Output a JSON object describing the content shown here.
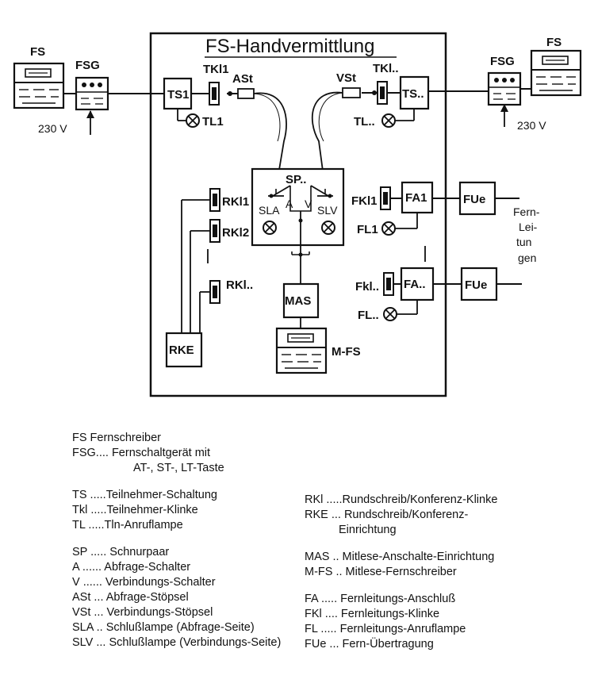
{
  "diagram": {
    "title": "FS-Handvermittlung",
    "left": {
      "fs": "FS",
      "fsg": "FSG",
      "voltage": "230 V",
      "ts": "TS1",
      "tkl": "TKl1",
      "tl": "TL1",
      "ast": "ASt"
    },
    "right": {
      "fs": "FS",
      "fsg": "FSG",
      "voltage": "230 V",
      "ts": "TS..",
      "tkl": "TKl..",
      "tl": "TL..",
      "vst": "VSt"
    },
    "sp": {
      "label": "SP..",
      "a": "A",
      "v": "V",
      "sla": "SLA",
      "slv": "SLV"
    },
    "rk": {
      "rkl1": "RKl1",
      "rkl2": "RKl2",
      "rkln": "RKl..",
      "rke": "RKE"
    },
    "mas": {
      "mas": "MAS",
      "mfs": "M-FS"
    },
    "fa": {
      "fkl1": "FKl1",
      "fa1": "FA1",
      "fl1": "FL1",
      "fue1": "FUe",
      "fkln": "Fkl..",
      "fan": "FA..",
      "fln": "FL..",
      "fue2": "FUe"
    },
    "fern": [
      "Fern-",
      "Lei-",
      "tun",
      "gen"
    ]
  },
  "legend_left": [
    "FS      Fernschreiber",
    "FSG.... Fernschaltgerät mit",
    "AT-, ST-, LT-Taste",
    "",
    "TS .....Teilnehmer-Schaltung",
    "Tkl .....Teilnehmer-Klinke",
    "TL .....Tln-Anruflampe",
    "",
    "SP ..... Schnurpaar",
    "A ...... Abfrage-Schalter",
    "V ...... Verbindungs-Schalter",
    "ASt ... Abfrage-Stöpsel",
    "VSt ... Verbindungs-Stöpsel",
    "SLA .. Schlußlampe  (Abfrage-Seite)",
    "SLV ... Schlußlampe  (Verbindungs-Seite)"
  ],
  "legend_right": [
    "RKl .....Rundschreib/Konferenz-Klinke",
    "RKE ... Rundschreib/Konferenz-",
    "Einrichtung",
    "",
    "MAS .. Mitlese-Anschalte-Einrichtung",
    "M-FS .. Mitlese-Fernschreiber",
    "",
    "FA ..... Fernleitungs-Anschluß",
    "FKl .... Fernleitungs-Klinke",
    "FL ..... Fernleitungs-Anruflampe",
    "FUe ... Fern-Übertragung"
  ]
}
